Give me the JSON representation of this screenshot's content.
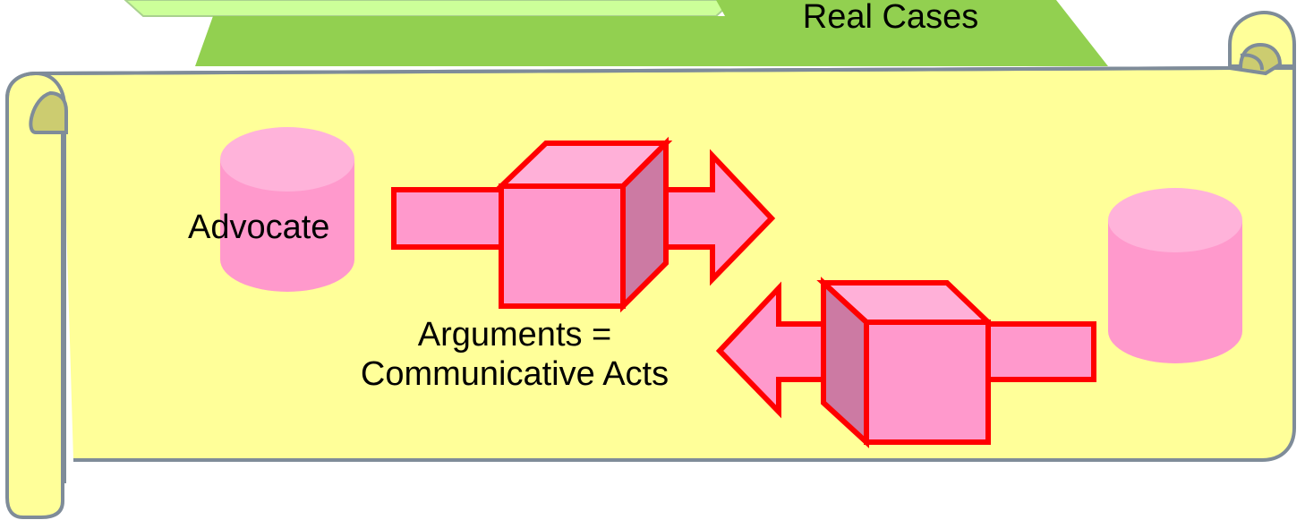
{
  "labels": {
    "real_cases": "Real Cases",
    "advocate": "Advocate",
    "arguments_line1": "Arguments =",
    "arguments_line2": "Communicative Acts"
  },
  "colors": {
    "scroll_fill": "#ffff99",
    "scroll_stroke": "#7f8c99",
    "scroll_curl": "#cccc70",
    "trapezoid_back": "#ccff99",
    "trapezoid_front": "#92d050",
    "cylinder_body": "#ff99cc",
    "cylinder_top": "#ffb3da",
    "cube_front": "#ff99cc",
    "cube_top": "#ffb0d8",
    "cube_side": "#cc7aa3",
    "arrow_fill": "#ff99cc",
    "accent_red": "#ff0000"
  },
  "icons": {
    "left_cylinder": "database-cylinder-icon",
    "right_cylinder": "database-cylinder-icon",
    "arrows": "arrow-icon",
    "cubes": "cube-icon",
    "background": "scroll-banner-icon"
  }
}
